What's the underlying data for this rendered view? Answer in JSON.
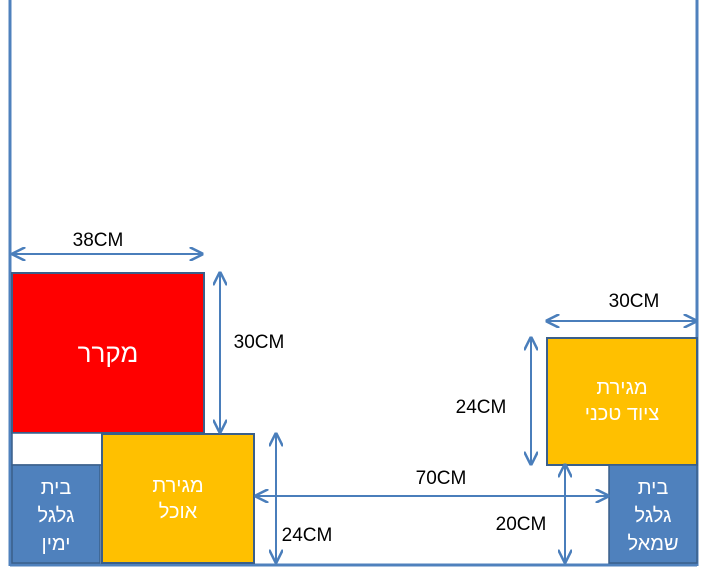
{
  "boxes": {
    "fridge": {
      "label": "מקרר",
      "color": "#ff0000"
    },
    "food_drawer": {
      "line1": "מגירת",
      "line2": "אוכל",
      "color": "#ffc000"
    },
    "tech_drawer": {
      "line1": "מגירת",
      "line2": "ציוד טכני",
      "color": "#ffc000"
    },
    "wheel_right": {
      "line1": "בית",
      "line2": "גלגל",
      "line3": "ימין",
      "color": "#4f81bd"
    },
    "wheel_left": {
      "line1": "בית",
      "line2": "גלגל",
      "line3": "שמאל",
      "color": "#4f81bd"
    }
  },
  "dimensions": {
    "fridge_width": "38CM",
    "fridge_height": "30CM",
    "tech_width": "30CM",
    "tech_height": "24CM",
    "gap_width": "70CM",
    "food_height": "24CM",
    "wheel_height": "20CM"
  },
  "colors": {
    "wall": "#4f81bd",
    "arrow": "#4a7ebb",
    "text": "#000000",
    "box_text": "#ffffff",
    "box_border": "#3a5f8a"
  }
}
